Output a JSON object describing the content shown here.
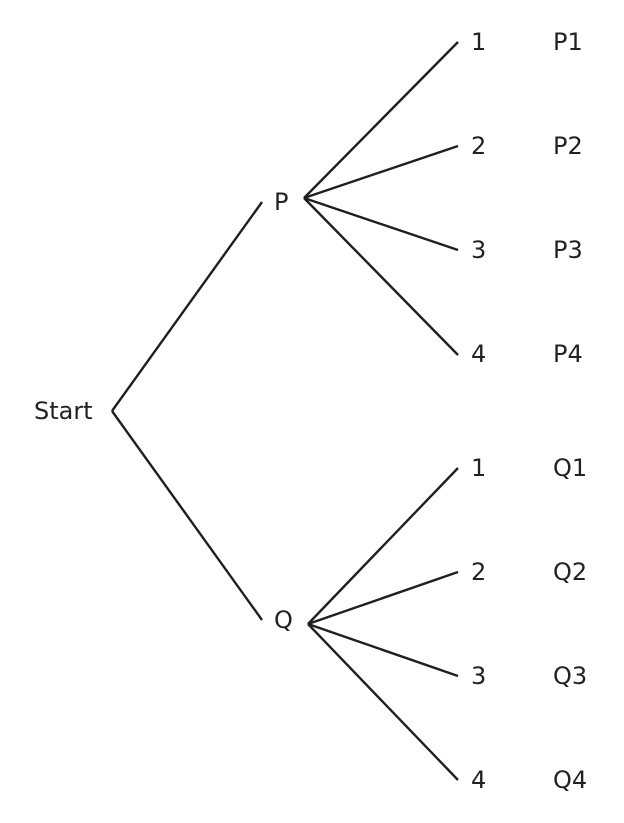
{
  "tree": {
    "root": "Start",
    "level1": [
      {
        "label": "P",
        "children": [
          {
            "label": "1",
            "outcome": "P1"
          },
          {
            "label": "2",
            "outcome": "P2"
          },
          {
            "label": "3",
            "outcome": "P3"
          },
          {
            "label": "4",
            "outcome": "P4"
          }
        ]
      },
      {
        "label": "Q",
        "children": [
          {
            "label": "1",
            "outcome": "Q1"
          },
          {
            "label": "2",
            "outcome": "Q2"
          },
          {
            "label": "3",
            "outcome": "Q3"
          },
          {
            "label": "4",
            "outcome": "Q4"
          }
        ]
      }
    ]
  },
  "colors": {
    "line": "#1f1f1f",
    "text": "#222222"
  }
}
